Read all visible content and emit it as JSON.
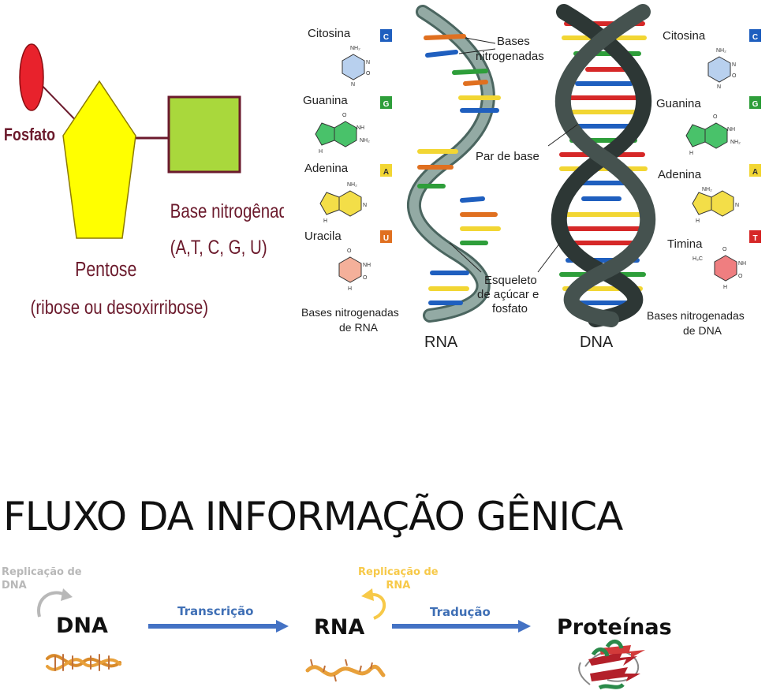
{
  "nucleotide": {
    "fosfato": "Fosfato",
    "pentose": "Pentose",
    "pentose_desc": "(ribose ou desoxirribose)",
    "base": "Base nitrogênada",
    "base_desc": "(A,T, C, G, U)",
    "colors": {
      "fosfato": "#e8222c",
      "pentose": "#ffff00",
      "base": "#a9d83c",
      "text": "#6b1a2c"
    }
  },
  "rna_bases": {
    "items": [
      {
        "name": "Citosina",
        "letter": "C"
      },
      {
        "name": "Guanina",
        "letter": "G"
      },
      {
        "name": "Adenina",
        "letter": "A"
      },
      {
        "name": "Uracila",
        "letter": "U"
      }
    ],
    "caption_line1": "Bases nitrogenadas",
    "caption_line2": "de RNA"
  },
  "dna_bases": {
    "items": [
      {
        "name": "Citosina",
        "letter": "C"
      },
      {
        "name": "Guanina",
        "letter": "G"
      },
      {
        "name": "Adenina",
        "letter": "A"
      },
      {
        "name": "Timina",
        "letter": "T"
      }
    ],
    "caption_line1": "Bases nitrogenadas",
    "caption_line2": "de DNA"
  },
  "helix_labels": {
    "bases_line1": "Bases",
    "bases_line2": "nitrogenadas",
    "par": "Par de base",
    "esq_line1": "Esqueleto",
    "esq_line2": "de açúcar e",
    "esq_line3": "fosfato",
    "rna": "RNA",
    "dna": "DNA"
  },
  "chem": {
    "nh2": "NH₂",
    "n": "N",
    "h": "H",
    "o": "O",
    "nh": "NH",
    "h3c": "H₃C"
  },
  "base_colors": {
    "C": "#1f5fbf",
    "G": "#2e9e3a",
    "A": "#f2d633",
    "U": "#e07020",
    "T": "#d62828"
  },
  "flow": {
    "title": "FLUXO DA INFORMAÇÃO GÊNICA",
    "dna": "DNA",
    "rna": "RNA",
    "proteinas": "Proteínas",
    "transcricao": "Transcrição",
    "traducao": "Tradução",
    "rep_dna_line1": "Replicação de",
    "rep_dna_line2": "DNA",
    "rep_rna_line1": "Replicação de",
    "rep_rna_line2": "RNA",
    "colors": {
      "arrow": "#4472c4",
      "rep_dna": "#b8b8b8",
      "rep_rna": "#f7c948"
    }
  }
}
